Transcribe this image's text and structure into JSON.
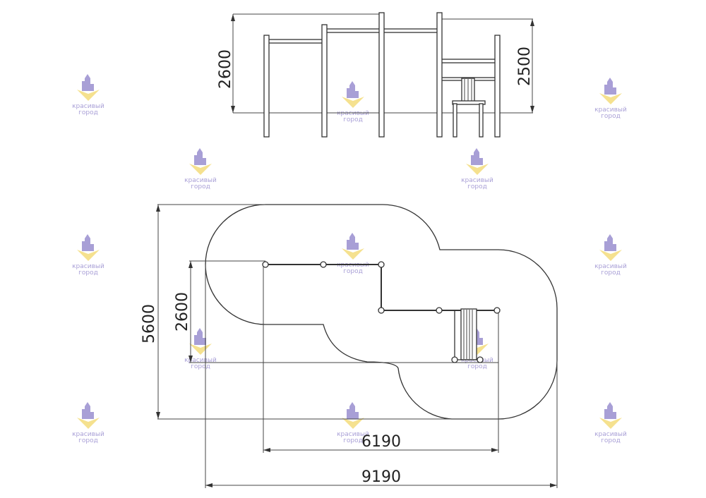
{
  "elevation": {
    "dim_left": "2600",
    "dim_right": "2500"
  },
  "plan": {
    "dim_outer_height": "5600",
    "dim_inner_height": "2600",
    "dim_inner_width": "6190",
    "dim_outer_width": "9190"
  },
  "watermark": {
    "line1": "красивый",
    "line2": "город",
    "tagline": "",
    "colors": {
      "figure": "#8c7fc9",
      "leaf": "#f2d86a"
    }
  }
}
